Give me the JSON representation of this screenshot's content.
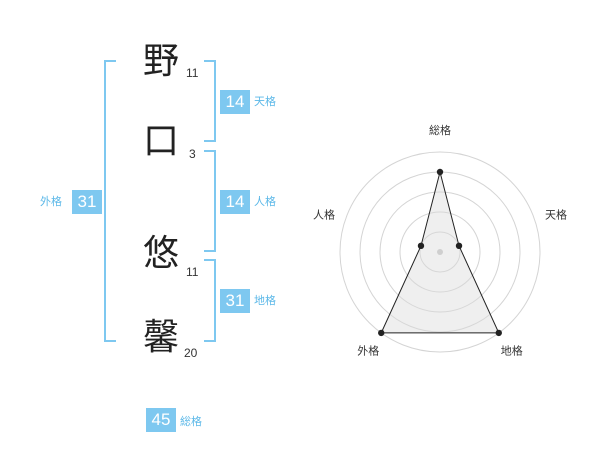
{
  "name": {
    "chars": [
      {
        "char": "野",
        "strokes": "11"
      },
      {
        "char": "口",
        "strokes": "3"
      },
      {
        "char": "悠",
        "strokes": "11"
      },
      {
        "char": "馨",
        "strokes": "20"
      }
    ]
  },
  "fortunes": {
    "tenkaku": {
      "value": "14",
      "label": "天格"
    },
    "jinkaku": {
      "value": "14",
      "label": "人格"
    },
    "chikaku": {
      "value": "31",
      "label": "地格"
    },
    "gaikaku": {
      "value": "31",
      "label": "外格"
    },
    "soukaku": {
      "value": "45",
      "label": "総格"
    }
  },
  "colors": {
    "accent": "#7ec8f0",
    "label": "#5bb8e8"
  },
  "chart_data": {
    "type": "radar",
    "axes": [
      "総格",
      "天格",
      "地格",
      "外格",
      "人格"
    ],
    "values": [
      4,
      1,
      5,
      5,
      1
    ],
    "rlim": [
      0,
      5
    ],
    "grid": true
  }
}
